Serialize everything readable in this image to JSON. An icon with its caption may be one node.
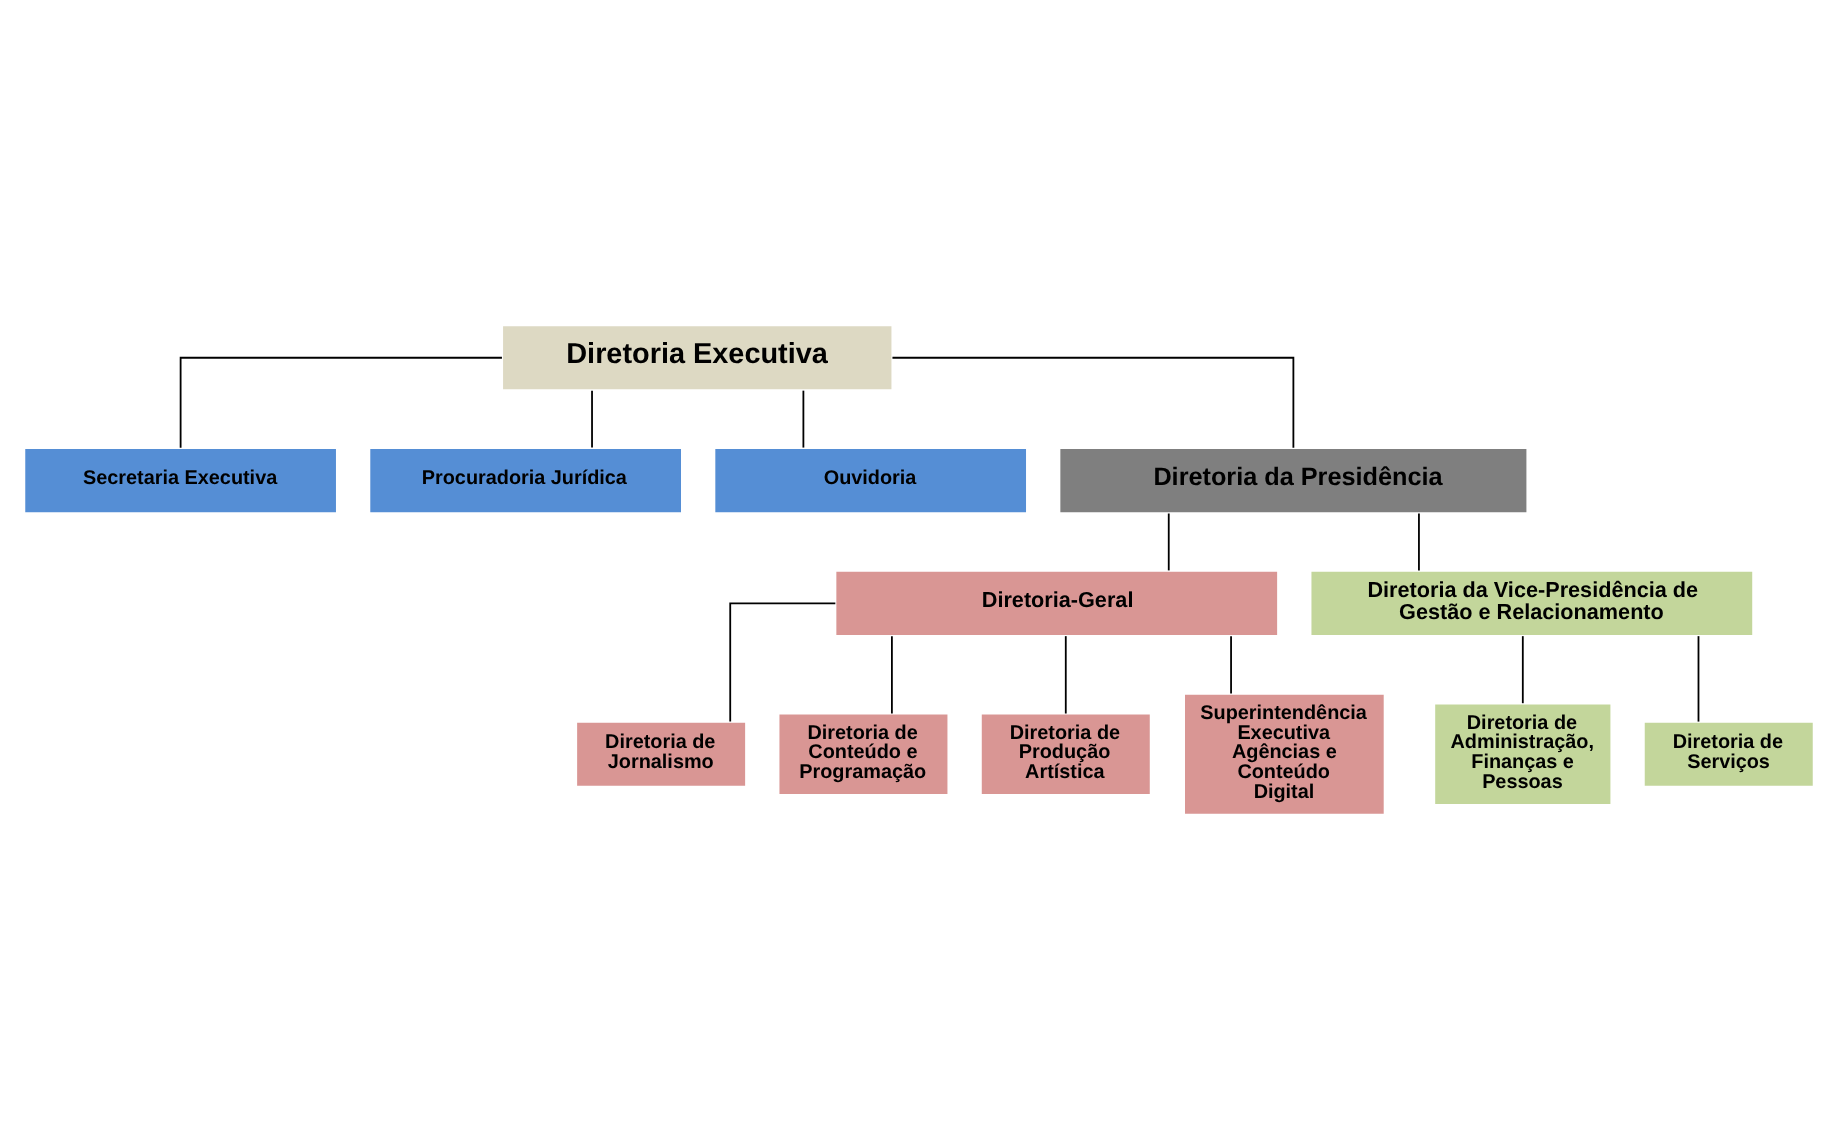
{
  "diagram": {
    "nodes": [
      {
        "text": [
          "Diretoria Executiva"
        ]
      },
      {
        "text": [
          "Secretaria Executiva"
        ]
      },
      {
        "text": [
          "Procuradoria Jurídica"
        ]
      },
      {
        "text": [
          "Ouvidoria"
        ]
      },
      {
        "text": [
          "Diretoria da Presidência"
        ]
      },
      {
        "text": [
          "Diretoria-Geral"
        ]
      },
      {
        "text": [
          "Diretoria da Vice-Presidência de Gestão e Relacionamento"
        ]
      },
      {
        "text": [
          "Diretoria de Jornalismo"
        ]
      },
      {
        "text": [
          "Diretoria de Conteúdo e Programação"
        ]
      },
      {
        "text": [
          "Diretoria de Produção Artística"
        ]
      },
      {
        "text": [
          "Superintendência Executiva Agências e Conteúdo Digital"
        ]
      },
      {
        "text": [
          "Diretoria de Administração, Finanças e Pessoas"
        ]
      },
      {
        "text": [
          "Diretoria de Serviços"
        ]
      }
    ],
    "edges": [
      {
        "from": 0,
        "to": 1,
        "arrow": "none"
      },
      {
        "from": 0,
        "to": 2,
        "arrow": "none"
      },
      {
        "from": 0,
        "to": 3,
        "arrow": "none"
      },
      {
        "from": 0,
        "to": 4,
        "arrow": "none"
      },
      {
        "from": 4,
        "to": 5,
        "arrow": "none"
      },
      {
        "from": 4,
        "to": 6,
        "arrow": "none"
      },
      {
        "from": 5,
        "to": 7,
        "arrow": "none"
      },
      {
        "from": 5,
        "to": 8,
        "arrow": "none"
      },
      {
        "from": 5,
        "to": 9,
        "arrow": "none"
      },
      {
        "from": 5,
        "to": 10,
        "arrow": "none"
      },
      {
        "from": 6,
        "to": 11,
        "arrow": "none"
      },
      {
        "from": 6,
        "to": 12,
        "arrow": "none"
      }
    ]
  }
}
